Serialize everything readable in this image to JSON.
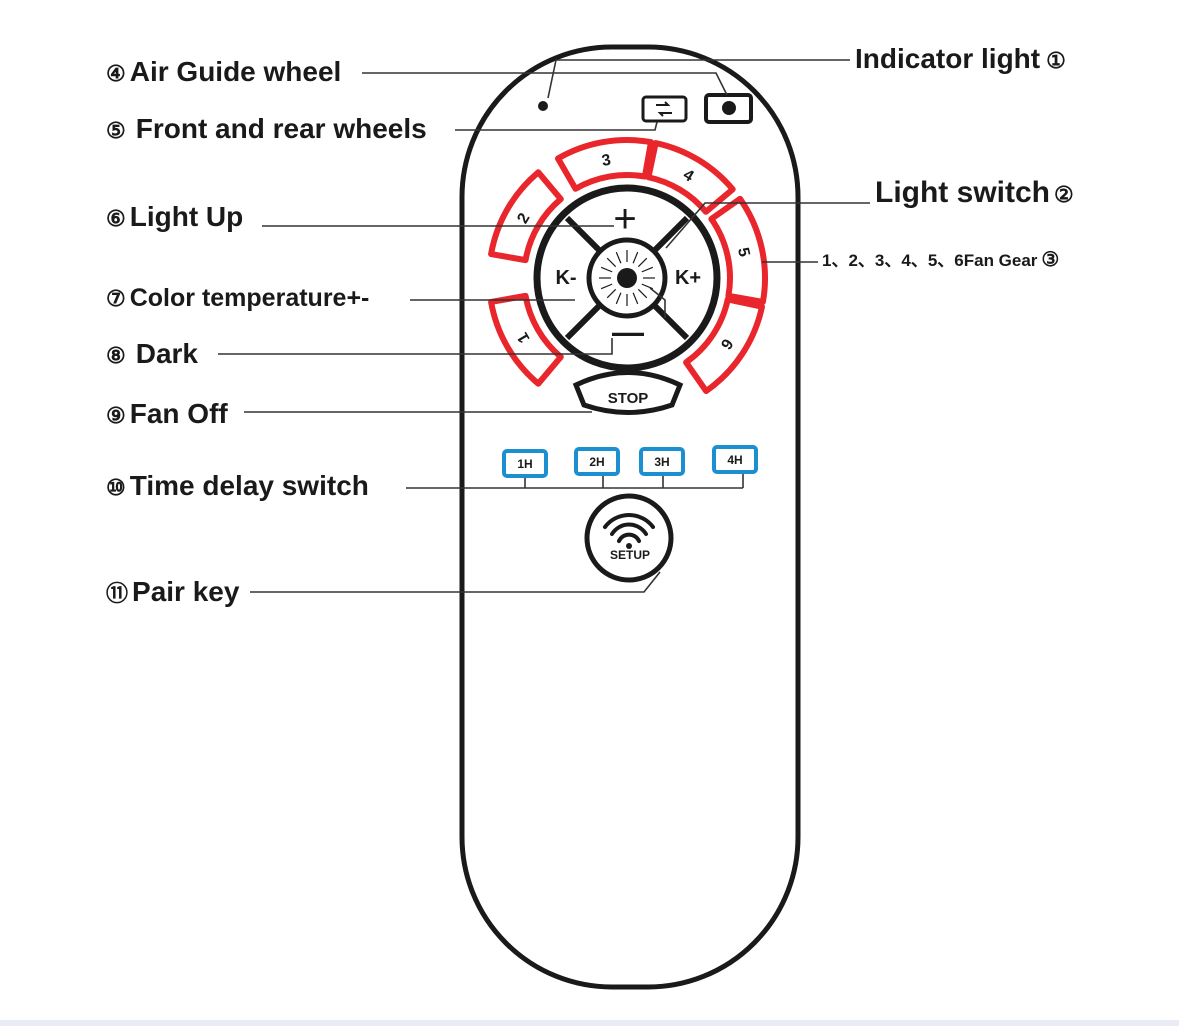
{
  "labels": {
    "indicator_light": {
      "num": "①",
      "text": "Indicator light"
    },
    "light_switch": {
      "num": "②",
      "text": "Light switch"
    },
    "fan_gear": {
      "num": "③",
      "text": "1、2、3、4、5、6Fan Gear"
    },
    "air_guide": {
      "num": "④",
      "text": "Air Guide wheel"
    },
    "front_rear": {
      "num": "⑤",
      "text": "Front and rear wheels"
    },
    "light_up": {
      "num": "⑥",
      "text": "Light Up"
    },
    "color_temp": {
      "num": "⑦",
      "text": "Color temperature+-"
    },
    "dark": {
      "num": "⑧",
      "text": "Dark"
    },
    "fan_off": {
      "num": "⑨",
      "text": "Fan Off"
    },
    "time_delay": {
      "num": "⑩",
      "text": "Time delay switch"
    },
    "pair_key": {
      "num": "⑪",
      "text": "Pair key"
    }
  },
  "remote": {
    "gears": [
      "1",
      "2",
      "3",
      "4",
      "5",
      "6"
    ],
    "plus": "+",
    "minus": "—",
    "k_minus": "K-",
    "k_plus": "K+",
    "stop": "STOP",
    "timers": [
      "1H",
      "2H",
      "3H",
      "4H"
    ],
    "setup": "SETUP"
  },
  "colors": {
    "gear_ring": "#e8262b",
    "timer": "#1b8fd0",
    "outline": "#1a1a1a"
  }
}
